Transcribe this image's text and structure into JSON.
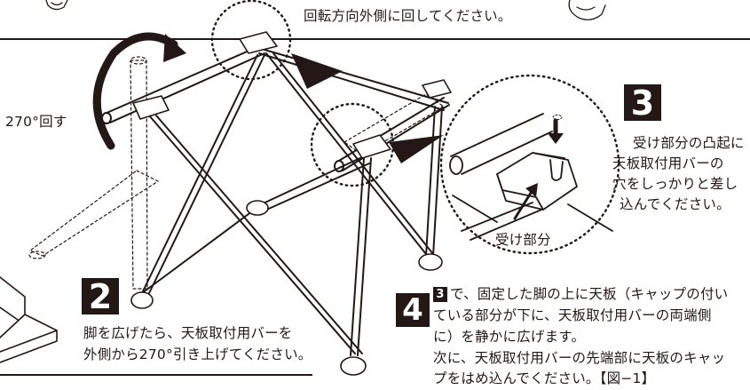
{
  "top_caption": "回転方向外側に回してください。",
  "rotation_label": "270°回す",
  "step2": {
    "number": "2",
    "line1": "脚を広げたら、天板取付用バーを",
    "line2": "外側から270°引き上げてください。"
  },
  "step3": {
    "number": "3",
    "line1": "受け部分の凸起に",
    "line2": "天板取付用バーの",
    "line3": "穴をしっかりと差し",
    "line4": "込んでください。",
    "callout_label": "受け部分"
  },
  "step4": {
    "number": "4",
    "ref_number": "3",
    "line1": "で、固定した脚の上に天板（キャップの付い",
    "line2": "ている部分が下に、天板取付用バーの両端側",
    "line3": "に）を静かに広げます。",
    "line4": "次に、天板取付用バーの先端部に天板のキャッ",
    "line5": "プをはめ込んでください。【図−1】"
  },
  "colors": {
    "ink": "#231815",
    "paper": "#ffffff"
  }
}
